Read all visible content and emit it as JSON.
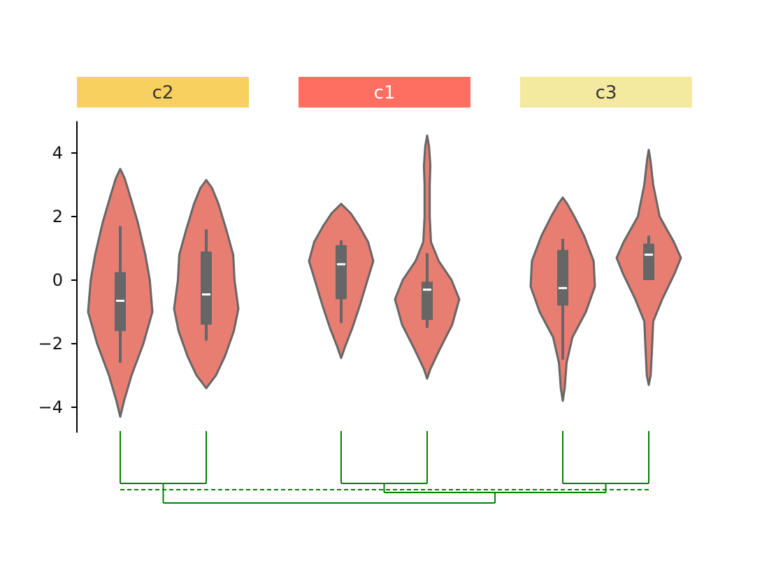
{
  "chart_data": {
    "type": "violin",
    "y_range": [
      -4.8,
      5.0
    ],
    "y_ticks": [
      {
        "value": 4,
        "label": "4"
      },
      {
        "value": 2,
        "label": "2"
      },
      {
        "value": 0,
        "label": "0"
      },
      {
        "value": -2,
        "label": "−2"
      },
      {
        "value": -4,
        "label": "−4"
      }
    ],
    "groups": [
      {
        "label": "c2",
        "color": "#f7d060",
        "text_color": "#333333"
      },
      {
        "label": "c1",
        "color": "#ff6f61",
        "text_color": "#ffffff"
      },
      {
        "label": "c3",
        "color": "#f3e99f",
        "text_color": "#333333"
      }
    ],
    "violin_style": {
      "fill": "#e87d72",
      "stroke": "#666666",
      "box": "#666666",
      "median": "#ffffff"
    },
    "violins": [
      {
        "group": "c2",
        "min": -4.3,
        "max": 3.5,
        "whisker_low": -2.6,
        "whisker_high": 1.7,
        "q1": -1.6,
        "q3": 0.25,
        "median": -0.65,
        "density": [
          [
            -4.3,
            0.0
          ],
          [
            -3.8,
            0.12
          ],
          [
            -3.0,
            0.35
          ],
          [
            -2.0,
            0.72
          ],
          [
            -1.0,
            1.0
          ],
          [
            0.0,
            0.92
          ],
          [
            0.8,
            0.78
          ],
          [
            1.8,
            0.55
          ],
          [
            2.6,
            0.32
          ],
          [
            3.2,
            0.14
          ],
          [
            3.5,
            0.0
          ]
        ]
      },
      {
        "group": "c2",
        "min": -3.4,
        "max": 3.15,
        "whisker_low": -1.9,
        "whisker_high": 1.6,
        "q1": -1.4,
        "q3": 0.9,
        "median": -0.45,
        "density": [
          [
            -3.4,
            0.0
          ],
          [
            -3.0,
            0.3
          ],
          [
            -2.4,
            0.58
          ],
          [
            -1.6,
            0.86
          ],
          [
            -0.9,
            1.0
          ],
          [
            0.0,
            0.88
          ],
          [
            0.8,
            0.84
          ],
          [
            1.6,
            0.62
          ],
          [
            2.4,
            0.38
          ],
          [
            2.9,
            0.18
          ],
          [
            3.15,
            0.0
          ]
        ]
      },
      {
        "group": "c1",
        "min": -2.45,
        "max": 2.4,
        "whisker_low": -1.35,
        "whisker_high": 1.25,
        "q1": -0.6,
        "q3": 1.1,
        "median": 0.5,
        "density": [
          [
            -2.45,
            0.0
          ],
          [
            -2.1,
            0.12
          ],
          [
            -1.5,
            0.35
          ],
          [
            -0.8,
            0.58
          ],
          [
            0.0,
            0.82
          ],
          [
            0.6,
            1.0
          ],
          [
            1.2,
            0.84
          ],
          [
            1.7,
            0.56
          ],
          [
            2.1,
            0.3
          ],
          [
            2.4,
            0.0
          ]
        ]
      },
      {
        "group": "c1",
        "min": -3.1,
        "max": 4.55,
        "whisker_low": -1.5,
        "whisker_high": 0.85,
        "q1": -1.25,
        "q3": -0.05,
        "median": -0.3,
        "density": [
          [
            -3.1,
            0.0
          ],
          [
            -2.8,
            0.1
          ],
          [
            -2.2,
            0.38
          ],
          [
            -1.4,
            0.78
          ],
          [
            -0.6,
            1.0
          ],
          [
            0.0,
            0.76
          ],
          [
            0.6,
            0.36
          ],
          [
            1.2,
            0.12
          ],
          [
            2.0,
            0.08
          ],
          [
            3.0,
            0.08
          ],
          [
            3.6,
            0.1
          ],
          [
            4.2,
            0.06
          ],
          [
            4.55,
            0.0
          ]
        ]
      },
      {
        "group": "c3",
        "min": -3.8,
        "max": 2.6,
        "whisker_low": -2.5,
        "whisker_high": 1.3,
        "q1": -0.8,
        "q3": 0.95,
        "median": -0.25,
        "density": [
          [
            -3.8,
            0.0
          ],
          [
            -3.4,
            0.06
          ],
          [
            -2.6,
            0.12
          ],
          [
            -1.8,
            0.3
          ],
          [
            -1.0,
            0.72
          ],
          [
            -0.2,
            1.0
          ],
          [
            0.6,
            0.96
          ],
          [
            1.4,
            0.66
          ],
          [
            2.0,
            0.36
          ],
          [
            2.4,
            0.14
          ],
          [
            2.6,
            0.0
          ]
        ]
      },
      {
        "group": "c3",
        "min": -3.3,
        "max": 4.1,
        "whisker_low": 0.0,
        "whisker_high": 1.4,
        "q1": 0.0,
        "q3": 1.15,
        "median": 0.8,
        "density": [
          [
            -3.3,
            0.0
          ],
          [
            -3.0,
            0.06
          ],
          [
            -2.2,
            0.1
          ],
          [
            -1.3,
            0.14
          ],
          [
            -0.6,
            0.42
          ],
          [
            0.2,
            0.8
          ],
          [
            0.7,
            1.0
          ],
          [
            1.2,
            0.78
          ],
          [
            2.0,
            0.34
          ],
          [
            3.0,
            0.14
          ],
          [
            3.8,
            0.05
          ],
          [
            4.1,
            0.0
          ]
        ]
      }
    ],
    "dendrogram_color": "#008000"
  }
}
